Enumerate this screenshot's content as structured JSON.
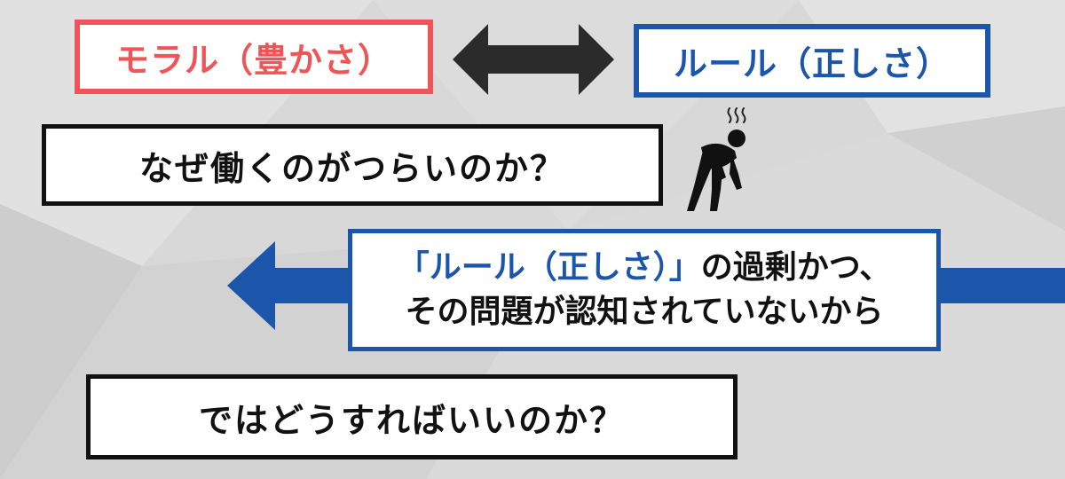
{
  "moral": {
    "label": "モラル（豊かさ）",
    "color": "#ef5457"
  },
  "rule": {
    "label": "ルール（正しさ）",
    "color": "#1c56aa"
  },
  "question_why": "なぜ働くのがつらいのか？",
  "reason": {
    "line1_highlight": "「ルール（正しさ）」",
    "line1_rest": "の過剰かつ、",
    "line2": "その問題が認知されていないから"
  },
  "question_how": "ではどうすればいいのか？",
  "icons": {
    "double_arrow": "double-headed-arrow-icon",
    "tired_person": "tired-person-icon",
    "left_arrow": "left-arrow-icon"
  },
  "colors": {
    "dark": "#111111",
    "blue": "#1c56aa",
    "red": "#f0545a"
  }
}
